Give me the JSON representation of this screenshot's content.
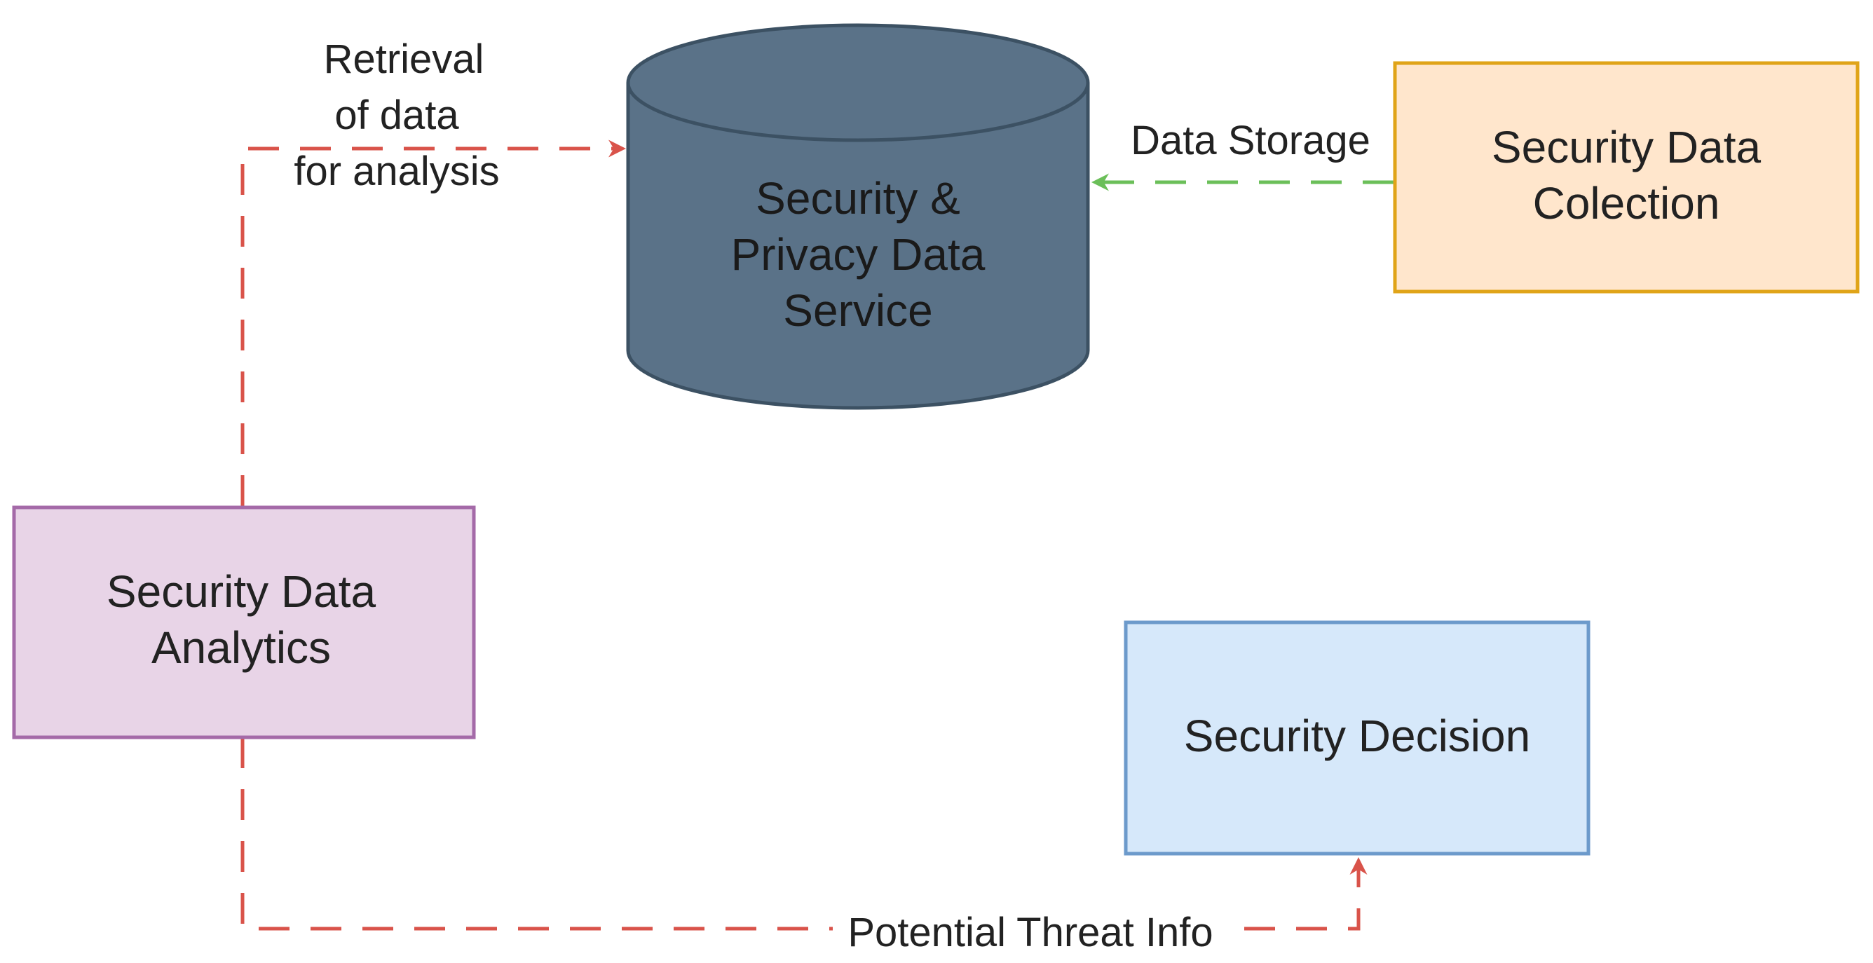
{
  "colors": {
    "background": "#ffffff",
    "database_fill": "#5a7288",
    "database_stroke": "#3c5163",
    "collection_fill": "#ffe6cc",
    "collection_stroke": "#e0a418",
    "analytics_fill": "#e8d4e7",
    "analytics_stroke": "#a46aa8",
    "decision_fill": "#d6e8fa",
    "decision_stroke": "#6c9acb",
    "retrieval_edge": "#d9534a",
    "storage_edge": "#6bbf59",
    "threat_edge": "#d9534a"
  },
  "nodes": {
    "database": {
      "lines": [
        "Security &",
        "Privacy Data",
        "Service"
      ]
    },
    "collection": {
      "lines": [
        "Security Data",
        "Colection"
      ]
    },
    "analytics": {
      "lines": [
        "Security Data",
        "Analytics"
      ]
    },
    "decision": {
      "lines": [
        "Security Decision"
      ]
    }
  },
  "edges": {
    "retrieval": {
      "lines": [
        "Retrieval",
        "of data",
        "for analysis"
      ]
    },
    "storage": {
      "label": "Data Storage"
    },
    "threat": {
      "label": "Potential Threat Info"
    }
  }
}
